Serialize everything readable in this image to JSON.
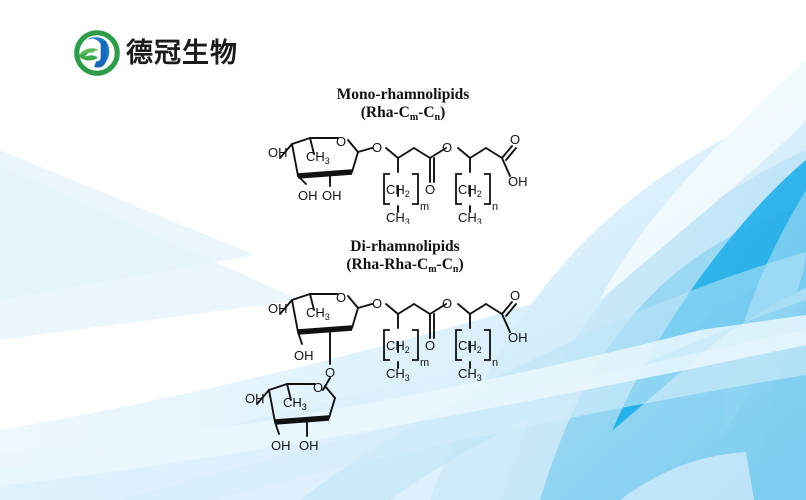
{
  "page": {
    "background_color": "#ffffff",
    "accent_blue": "#29b6e8",
    "pale_blue": "#cfeaf8",
    "faint_blue": "#e8f5fc"
  },
  "logo": {
    "mark_name": "deguan-biotech-emblem",
    "text": "德冠生物",
    "ring_color_green": "#2e9c4a",
    "ring_color_blue": "#1769b5",
    "text_color": "#1b1b1b"
  },
  "structures": [
    {
      "id": "mono",
      "title_line1": "Mono-rhamnolipids",
      "title_line2_prefix": "(Rha-C",
      "title_line2_sub1": "m",
      "title_line2_mid": "-C",
      "title_line2_sub2": "n",
      "title_line2_suffix": ")",
      "labels": {
        "sugar": [
          "OH",
          "CH",
          "3",
          "O",
          "OH",
          "OH"
        ],
        "chain": [
          "O",
          "O",
          "O",
          "O",
          "OH",
          "CH",
          "CH",
          "2",
          "m",
          "n",
          "3"
        ]
      },
      "atom_labels": [
        "OH",
        "CH3",
        "O",
        "OH",
        "OH",
        "O",
        "O",
        "O",
        "O",
        "OH",
        "CH2",
        "m",
        "CH3",
        "CH2",
        "n",
        "CH3"
      ]
    },
    {
      "id": "di",
      "title_line1": "Di-rhamnolipids",
      "title_line2_prefix": "(Rha-Rha-C",
      "title_line2_sub1": "m",
      "title_line2_mid": "-C",
      "title_line2_sub2": "n",
      "title_line2_suffix": ")",
      "atom_labels_top_sugar": [
        "OH",
        "CH3",
        "O",
        "OH",
        "O"
      ],
      "atom_labels_bottom_sugar": [
        "OH",
        "CH3",
        "O",
        "OH",
        "OH"
      ],
      "atom_labels_chain": [
        "O",
        "O",
        "O",
        "O",
        "OH",
        "CH2",
        "m",
        "CH3",
        "CH2",
        "n",
        "CH3"
      ]
    }
  ],
  "chem_text": {
    "OH": "OH",
    "O": "O",
    "CH": "CH",
    "sub2": "2",
    "sub3": "3",
    "m": "m",
    "n": "n"
  }
}
